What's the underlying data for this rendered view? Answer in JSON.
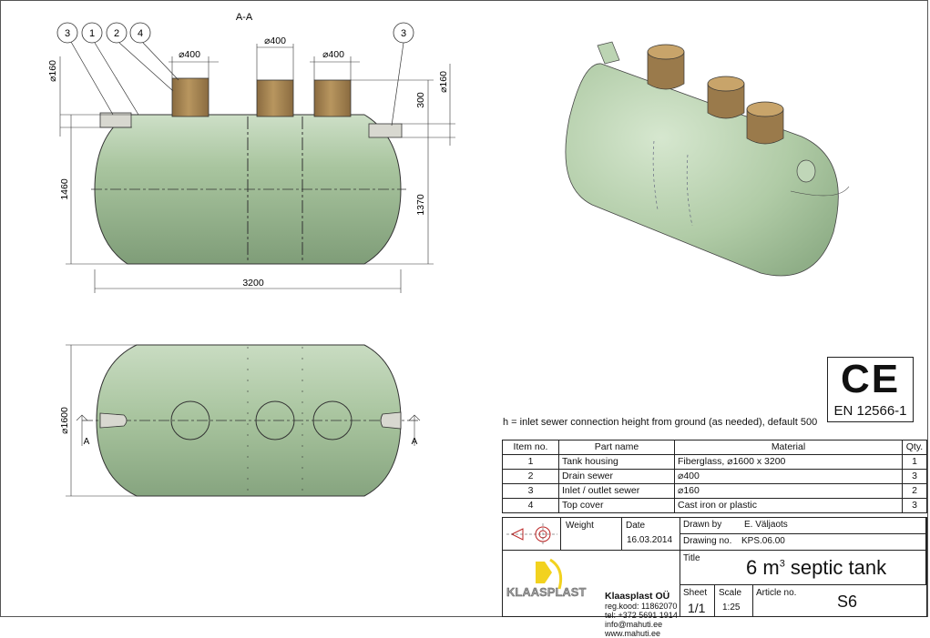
{
  "section_label": "A-A",
  "side_view": {
    "callouts": [
      "3",
      "1",
      "2",
      "4",
      "3"
    ],
    "dims": {
      "neck_dia": "⌀400",
      "pipe_dia": "⌀160",
      "total_height": "1460",
      "inlet_height": "1370",
      "neck_height": "300",
      "length": "3200"
    }
  },
  "top_view": {
    "diameter": "⌀1600",
    "section_marker": "A"
  },
  "ce_mark": {
    "symbol": "CE",
    "standard": "EN 12566-1"
  },
  "note": "h = inlet sewer connection height from ground (as needed), default 500",
  "bom": {
    "headers": [
      "Item no.",
      "Part name",
      "Material",
      "Qty."
    ],
    "rows": [
      {
        "item": "1",
        "part": "Tank housing",
        "material": "Fiberglass, ⌀1600 x 3200",
        "qty": "1"
      },
      {
        "item": "2",
        "part": "Drain sewer",
        "material": "⌀400",
        "qty": "3"
      },
      {
        "item": "3",
        "part": "Inlet / outlet sewer",
        "material": "⌀160",
        "qty": "2"
      },
      {
        "item": "4",
        "part": "Top cover",
        "material": "Cast iron or plastic",
        "qty": "3"
      }
    ]
  },
  "title_block": {
    "weight_label": "Weight",
    "date_label": "Date",
    "date_value": "16.03.2014",
    "drawn_by_label": "Drawn by",
    "drawn_by_value": "E. Väljaots",
    "drawing_no_label": "Drawing no.",
    "drawing_no_value": "KPS.06.00",
    "title_label": "Title",
    "title_main": "6 m",
    "title_sup": "3",
    "title_rest": " septic tank",
    "sheet_label": "Sheet",
    "sheet_value": "1/1",
    "scale_label": "Scale",
    "scale_value": "1:25",
    "article_label": "Article no.",
    "article_value": "S6",
    "logo_text": "KLAASPLAST",
    "company": {
      "name": "Klaasplast OÜ",
      "reg": "reg.kood: 11862070",
      "tel": "tel: +372 5691 1914",
      "email": "info@mahuti.ee",
      "web": "www.mahuti.ee"
    }
  },
  "colors": {
    "tank": "#a9c59f",
    "tank_dark": "#7f9d78",
    "neck": "#a58556",
    "pipe": "#d8d8d0",
    "logo_yellow": "#f2d21f"
  }
}
